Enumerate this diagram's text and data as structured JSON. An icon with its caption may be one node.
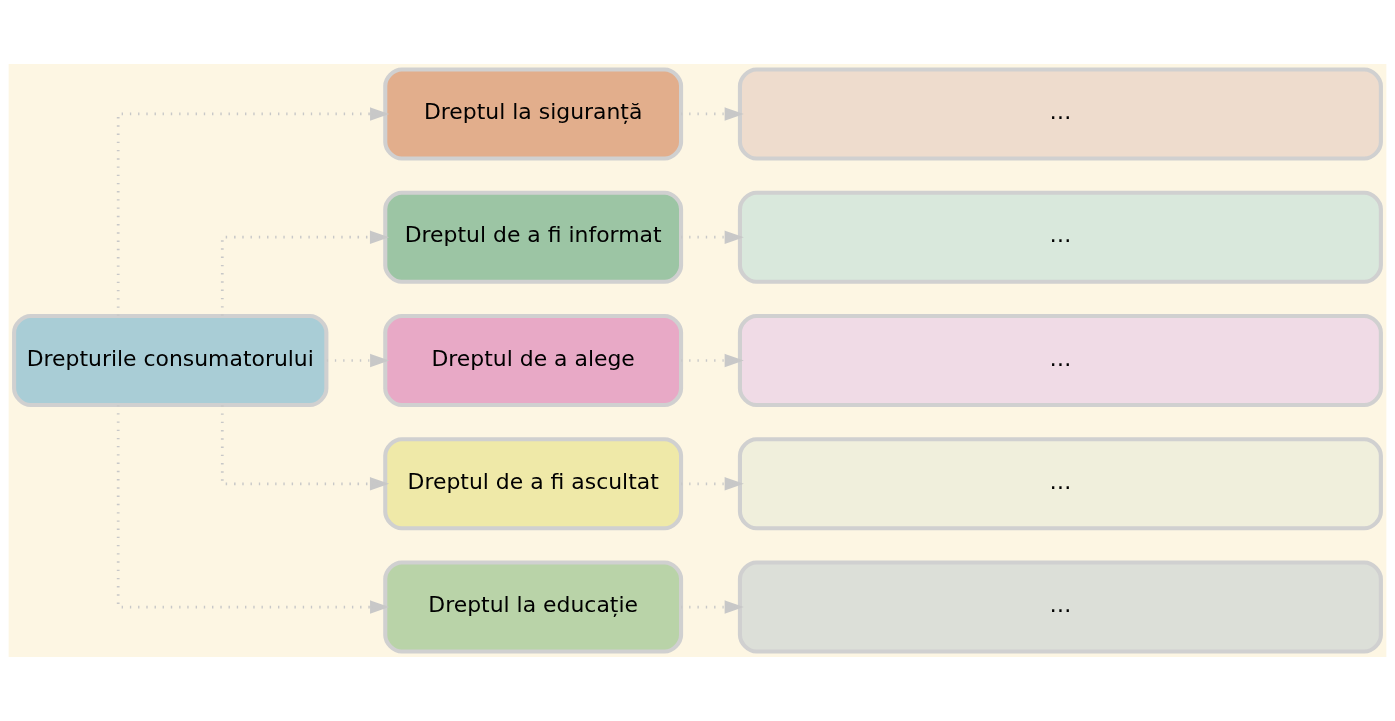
{
  "diagram": {
    "nodes": [
      {
        "text": [
          "Drepturile consumatorului"
        ]
      },
      {
        "text": [
          "Dreptul la siguranță"
        ]
      },
      {
        "text": [
          "Dreptul de a fi informat"
        ]
      },
      {
        "text": [
          "Dreptul de a alege"
        ]
      },
      {
        "text": [
          "Dreptul de a fi ascultat"
        ]
      },
      {
        "text": [
          "Dreptul la educație"
        ]
      },
      {
        "text": [
          "…"
        ]
      },
      {
        "text": [
          "…"
        ]
      },
      {
        "text": [
          "…"
        ]
      },
      {
        "text": [
          "…"
        ]
      },
      {
        "text": [
          "…"
        ]
      }
    ],
    "edges": [
      {
        "from": 0,
        "to": 1,
        "arrow": "to"
      },
      {
        "from": 0,
        "to": 2,
        "arrow": "to"
      },
      {
        "from": 0,
        "to": 3,
        "arrow": "to"
      },
      {
        "from": 0,
        "to": 4,
        "arrow": "to"
      },
      {
        "from": 0,
        "to": 5,
        "arrow": "to"
      },
      {
        "from": 1,
        "to": 6,
        "arrow": "to"
      },
      {
        "from": 2,
        "to": 7,
        "arrow": "to"
      },
      {
        "from": 3,
        "to": 8,
        "arrow": "to"
      },
      {
        "from": 4,
        "to": 9,
        "arrow": "to"
      },
      {
        "from": 5,
        "to": 10,
        "arrow": "to"
      }
    ]
  }
}
